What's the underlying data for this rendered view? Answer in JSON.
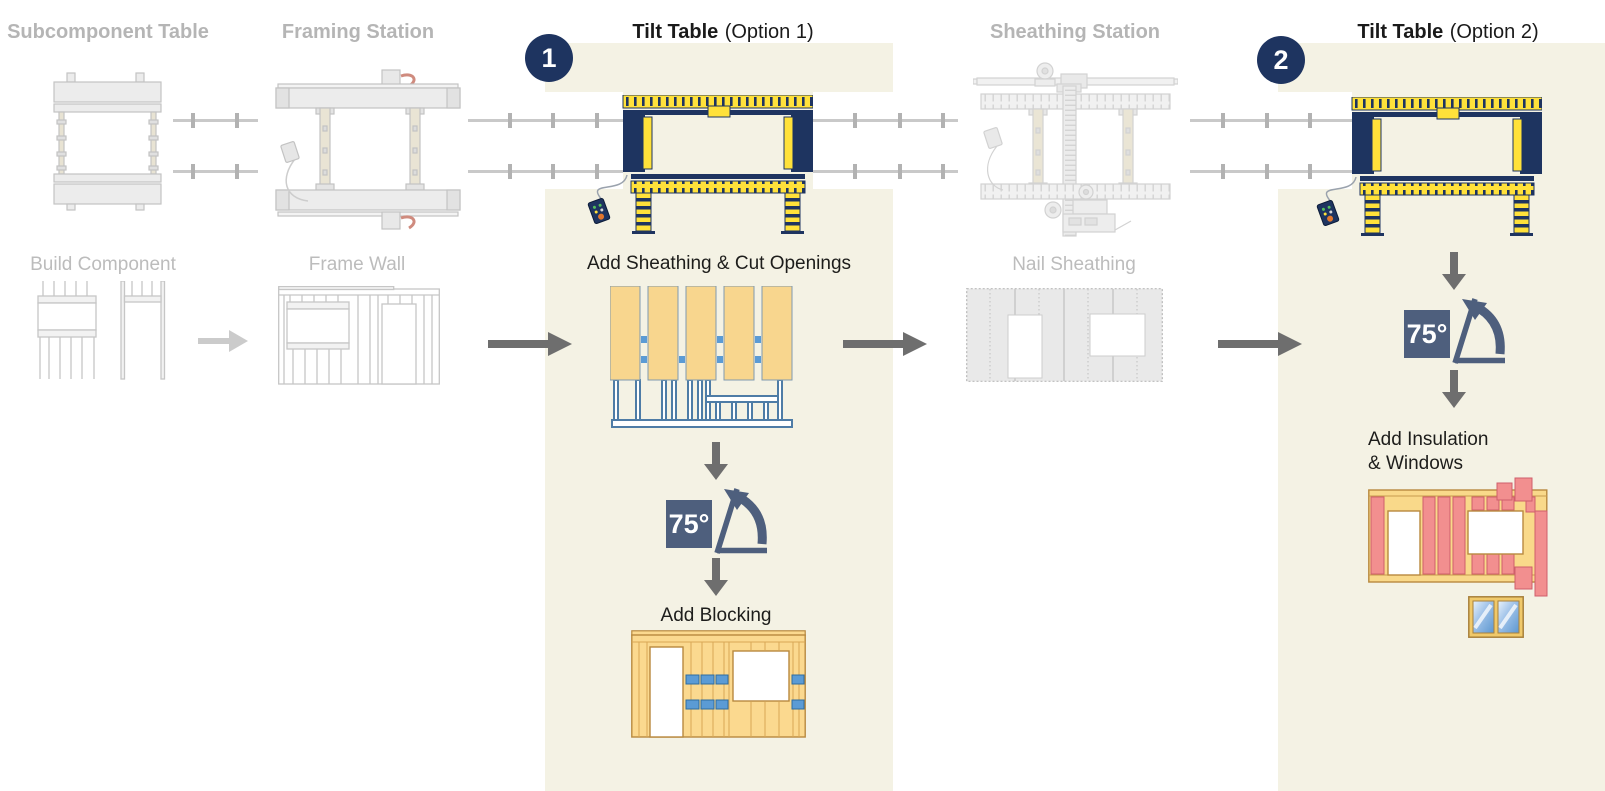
{
  "diagram": {
    "badges": {
      "option1": "1",
      "option2": "2"
    },
    "stations": {
      "subcomponent": {
        "title": "Subcomponent Table",
        "step": "Build Component"
      },
      "framing": {
        "title": "Framing Station",
        "step": "Frame Wall"
      },
      "tilt1": {
        "title": "Tilt Table",
        "option": "(Option 1)",
        "step1": "Add Sheathing & Cut Openings",
        "tilt_angle": "75°",
        "step2": "Add Blocking"
      },
      "sheathing": {
        "title": "Sheathing Station",
        "step": "Nail Sheathing"
      },
      "tilt2": {
        "title": "Tilt Table",
        "option": "(Option 2)",
        "tilt_angle": "75°",
        "step_line1": "Add Insulation",
        "step_line2": "& Windows"
      }
    },
    "colors": {
      "highlight_panel": "#f4f2e4",
      "navy": "#1e3460",
      "slate_icon": "#4e5f7d",
      "inactive_gray": "#b5b5b5",
      "active_text": "#1a1a1a",
      "arrow_dark": "#6e6e6e",
      "arrow_light": "#cbcbcb",
      "machine_yellow": "#ffe13a",
      "sheathing_tan": "#f8d68e",
      "blocking_blue": "#5b9bd5",
      "insulation_pink": "#f28f8f",
      "rail_gray": "#c9c9c9"
    }
  }
}
